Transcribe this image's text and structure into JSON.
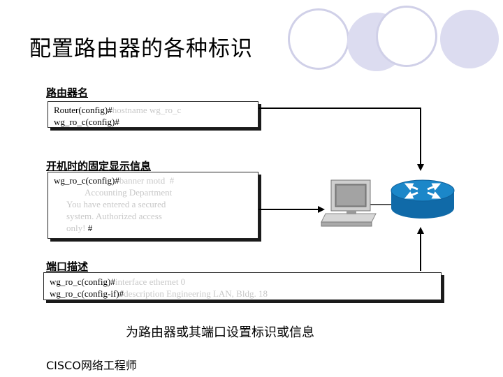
{
  "title": "配置路由器的各种标识",
  "sections": [
    {
      "heading": "路由器名",
      "lines": [
        {
          "prompt": "Router(config)#",
          "cmd": "hostname wg_ro_c"
        },
        {
          "prompt": "wg_ro_c(config)#",
          "cmd": ""
        }
      ]
    },
    {
      "heading": "开机时的固定显示信息",
      "lines": [
        {
          "prompt": "wg_ro_c(config)#",
          "cmd": "banner motd  #"
        },
        {
          "prompt": "",
          "cmd": "Accounting Department"
        },
        {
          "prompt": "",
          "cmd": "You have entered a secured"
        },
        {
          "prompt": "",
          "cmd": "system. Authorized access"
        },
        {
          "prompt": "",
          "cmd": "only!",
          "suffix": " #"
        }
      ]
    },
    {
      "heading": "端口描述",
      "lines": [
        {
          "prompt": "wg_ro_c(config)#",
          "cmd": "interface ethernet 0"
        },
        {
          "prompt": "wg_ro_c(config-if)#",
          "cmd": "description Engineering LAN, Bldg. 18"
        }
      ]
    }
  ],
  "caption": "为路由器或其端口设置标识或信息",
  "footer": "CISCO网络工程师",
  "colors": {
    "circle_fill": "#dcdcf0",
    "circle_ring": "#c9c9e6",
    "router": "#1b87c9",
    "arrow": "#000000",
    "command_text": "#c8c8c8"
  },
  "icons": [
    "router-icon",
    "computer-terminal-icon"
  ]
}
